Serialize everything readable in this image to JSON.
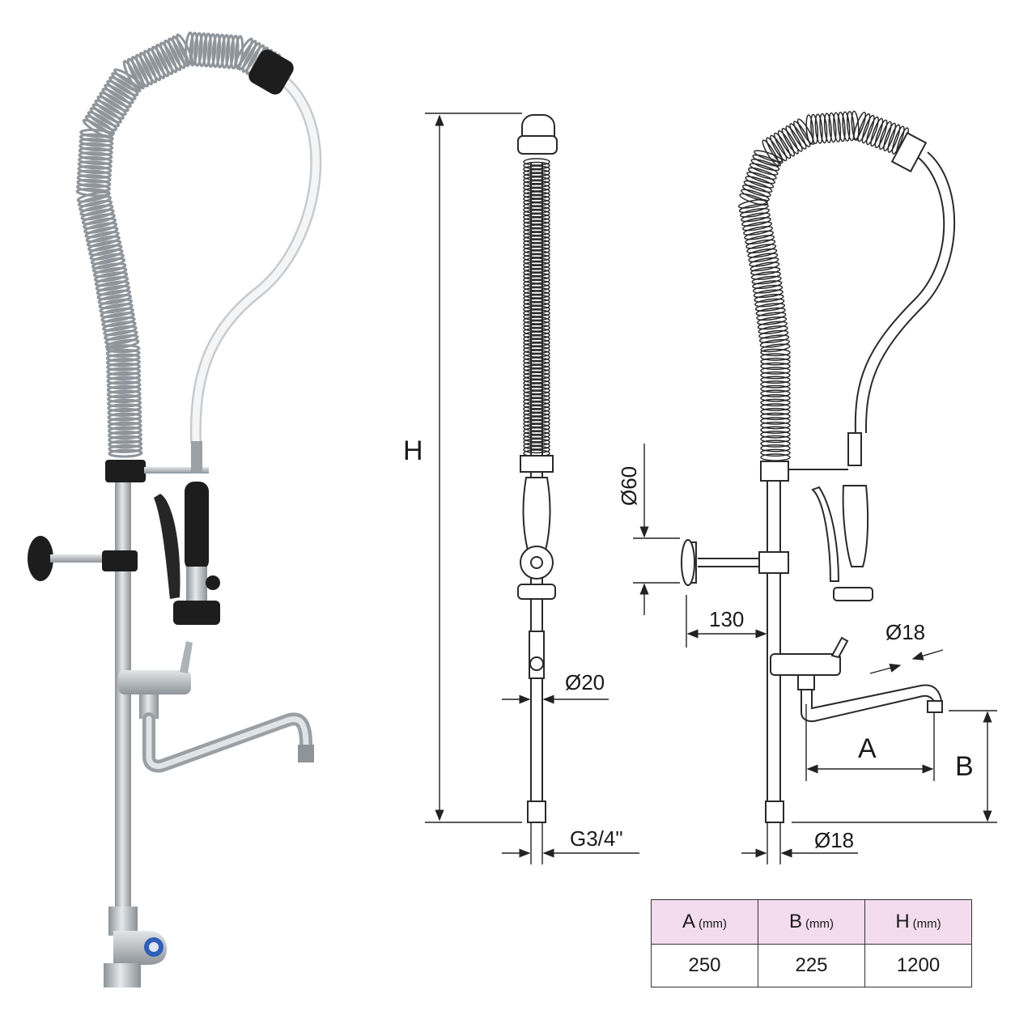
{
  "labels": {
    "height": "H",
    "dia_60": "Ø60",
    "dia_20": "Ø20",
    "dim_130": "130",
    "dia_18_spout": "Ø18",
    "dim_a": "A",
    "dim_b": "B",
    "thread": "G3/4\"",
    "dia_18_base": "Ø18"
  },
  "table": {
    "headers": [
      {
        "name": "A",
        "unit": "(mm)"
      },
      {
        "name": "B",
        "unit": "(mm)"
      },
      {
        "name": "H",
        "unit": "(mm)"
      }
    ],
    "values": [
      "250",
      "225",
      "1200"
    ]
  },
  "colors": {
    "line": "#2a2a2a",
    "steel": "#b9bec2",
    "rubber": "#1c1c1c",
    "table_header": "#f2dcee"
  }
}
